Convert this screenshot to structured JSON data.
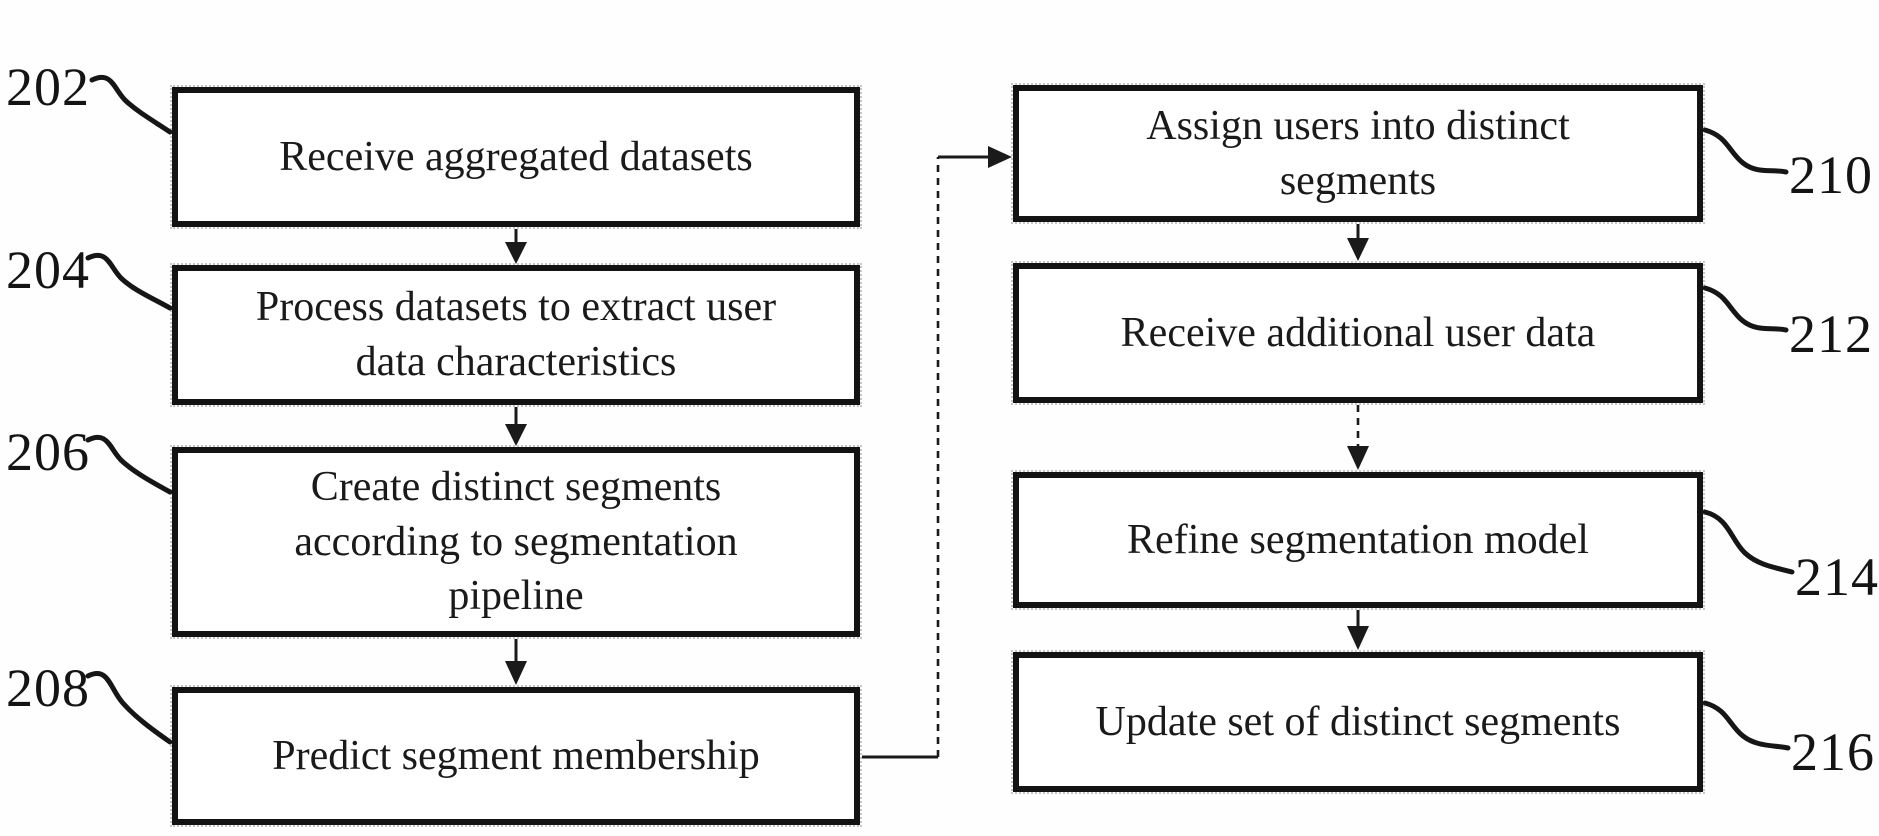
{
  "figure": {
    "background": "#fefefe",
    "ink_color": "#1a1a1a",
    "left_column": [
      {
        "ref": "202",
        "lines": [
          "Receive aggregated datasets"
        ]
      },
      {
        "ref": "204",
        "lines": [
          "Process datasets to extract user",
          "data characteristics"
        ]
      },
      {
        "ref": "206",
        "lines": [
          "Create distinct segments",
          "according to segmentation",
          "pipeline"
        ]
      },
      {
        "ref": "208",
        "lines": [
          "Predict segment membership"
        ]
      }
    ],
    "right_column": [
      {
        "ref": "210",
        "lines": [
          "Assign users into distinct",
          "segments"
        ]
      },
      {
        "ref": "212",
        "lines": [
          "Receive additional user data"
        ]
      },
      {
        "ref": "214",
        "lines": [
          "Refine segmentation model"
        ]
      },
      {
        "ref": "216",
        "lines": [
          "Update set of distinct segments"
        ]
      }
    ],
    "edges": [
      {
        "from": "202",
        "to": "204",
        "style": "solid-arrow"
      },
      {
        "from": "204",
        "to": "206",
        "style": "solid-arrow"
      },
      {
        "from": "206",
        "to": "208",
        "style": "solid-arrow"
      },
      {
        "from": "208",
        "to": "210",
        "style": "elbow-dashed-arrow"
      },
      {
        "from": "210",
        "to": "212",
        "style": "solid-arrow"
      },
      {
        "from": "212",
        "to": "214",
        "style": "dashed-arrow"
      },
      {
        "from": "214",
        "to": "216",
        "style": "solid-arrow"
      }
    ]
  }
}
